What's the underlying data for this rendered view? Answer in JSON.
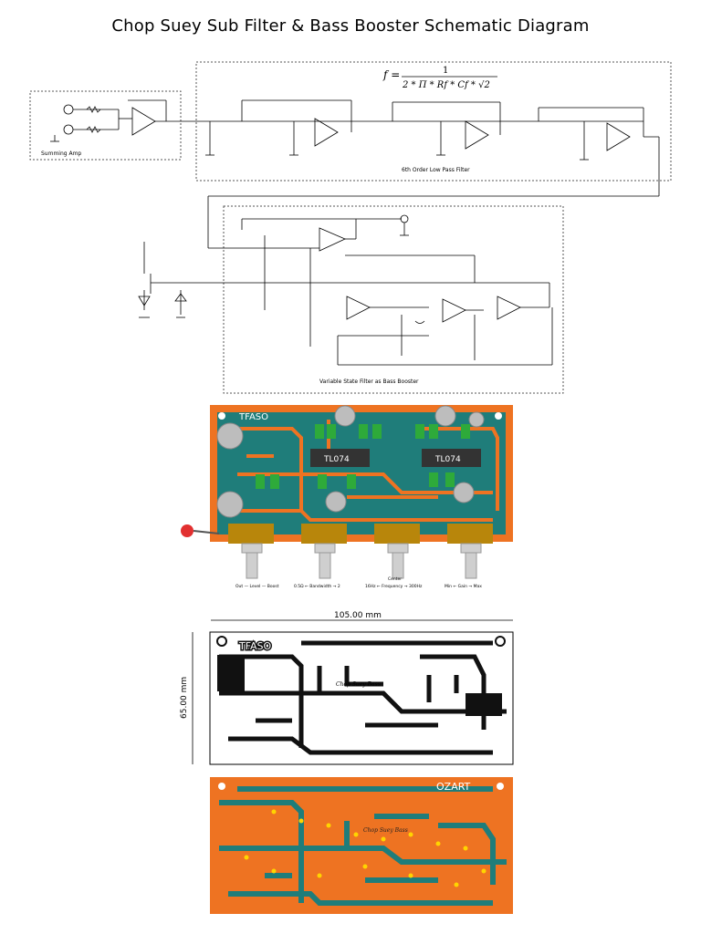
{
  "title": "Chop Suey Sub Filter & Bass Booster Schematic Diagram",
  "formula": {
    "lhs": "f =",
    "numerator": "1",
    "denominator": "2 * Π * Rf * Cf * √2"
  },
  "blocks": {
    "summing_amp": "Summing Amp",
    "low_pass": "6th Order Low Pass Filter",
    "state_filter": "Variable State Filter as Bass Booster"
  },
  "ics": [
    "TL074",
    "TL074"
  ],
  "pcb_brand_top": "TFASO",
  "pcb_brand_bottom": "OZART",
  "board_script": "Chop Suey Bass",
  "knobs": {
    "labels": [
      "Out — Level — Boost",
      "0.5Ω ← Bandwidth → 2",
      "16Hz ← Frequency → 300Hz",
      "Min ← Gain → Max"
    ],
    "center": "Center"
  },
  "dimensions": {
    "width": "105.00 mm",
    "height": "65.00 mm"
  },
  "colors": {
    "copper": "#ee7322",
    "board": "#1f7d7a",
    "trace": "#111111"
  }
}
